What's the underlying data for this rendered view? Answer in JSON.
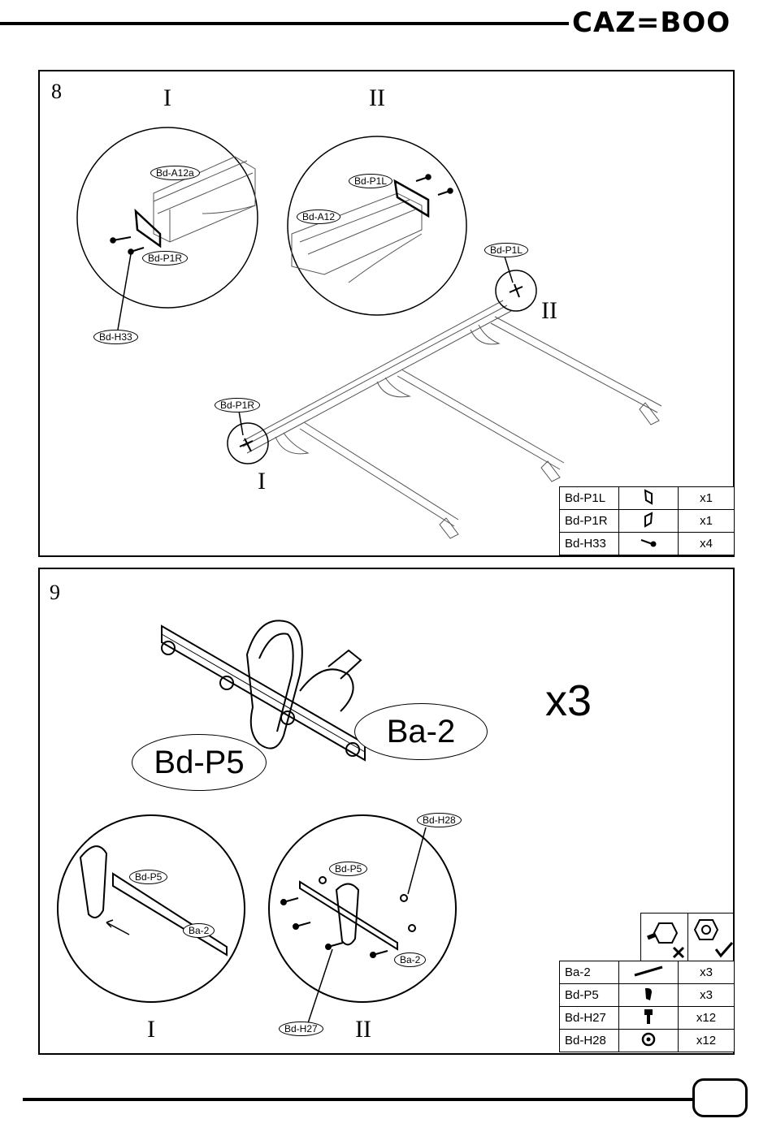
{
  "brand": "CAZ=BOO",
  "step8": {
    "number": "8",
    "detail_labels": [
      "I",
      "II"
    ],
    "callouts": {
      "a12a": "Bd-A12a",
      "p1r_detail": "Bd-P1R",
      "h33": "Bd-H33",
      "p1l_detail": "Bd-P1L",
      "a12": "Bd-A12",
      "p1l_main": "Bd-P1L",
      "p1r_main": "Bd-P1R"
    },
    "main_labels": [
      "II",
      "I"
    ],
    "parts": [
      {
        "code": "Bd-P1L",
        "icon": "bracket-left-icon",
        "qty": "x1"
      },
      {
        "code": "Bd-P1R",
        "icon": "bracket-right-icon",
        "qty": "x1"
      },
      {
        "code": "Bd-H33",
        "icon": "screw-icon",
        "qty": "x4"
      }
    ]
  },
  "step9": {
    "number": "9",
    "multiplier": "x3",
    "big_callouts": {
      "ba2": "Ba-2",
      "p5": "Bd-P5"
    },
    "callouts": {
      "p5_detail1": "Bd-P5",
      "ba2_detail1": "Ba-2",
      "h28": "Bd-H28",
      "p5_detail2": "Bd-P5",
      "ba2_detail2": "Ba-2",
      "h27": "Bd-H27"
    },
    "detail_labels": [
      "I",
      "II"
    ],
    "parts": [
      {
        "code": "Ba-2",
        "icon": "bar-icon",
        "qty": "x3"
      },
      {
        "code": "Bd-P5",
        "icon": "clamp-icon",
        "qty": "x3"
      },
      {
        "code": "Bd-H27",
        "icon": "bolt-icon",
        "qty": "x12"
      },
      {
        "code": "Bd-H28",
        "icon": "nut-icon",
        "qty": "x12"
      }
    ]
  }
}
